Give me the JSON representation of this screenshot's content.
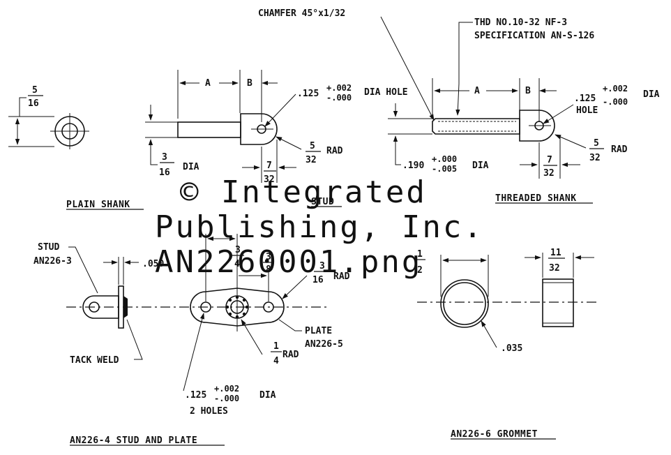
{
  "views": {
    "plain_shank": {
      "title": "PLAIN SHANK",
      "dim_top_num": "5",
      "dim_top_den": "16",
      "dim_bot_num": "3",
      "dim_bot_den": "16",
      "dim_bot_suffix": "DIA"
    },
    "stud": {
      "title": "STUD",
      "dim_a": "A",
      "dim_b": "B",
      "hole_label": ".125",
      "hole_tol_plus": "+.002",
      "hole_tol_minus": "-.000",
      "hole_suffix": "DIA HOLE",
      "rad_num": "5",
      "rad_den": "32",
      "rad_suffix": "RAD",
      "len_num": "7",
      "len_den": "32"
    },
    "threaded_shank": {
      "title": "THREADED SHANK",
      "chamfer": "CHAMFER 45°x1/32",
      "thread_line1": "THD NO.10-32 NF-3",
      "thread_line2": "SPECIFICATION AN-S-126",
      "dim_a": "A",
      "dim_b": "B",
      "hole_label": ".125",
      "hole_tol_plus": "+.002",
      "hole_tol_minus": "-.000",
      "hole_suffix": "DIA",
      "hole_word": "HOLE",
      "shank_dia": ".190",
      "shank_tol_plus": "+.000",
      "shank_tol_minus": "-.005",
      "shank_suffix": "DIA",
      "rad_num": "5",
      "rad_den": "32",
      "rad_suffix": "RAD",
      "len_num": "7",
      "len_den": "32"
    },
    "stud_and_plate": {
      "title": "AN226-4 STUD AND PLATE",
      "stud_label1": "STUD",
      "stud_label2": "AN226-3",
      "gap": ".050",
      "tack_weld": "TACK WELD",
      "span_num": "3",
      "span_den": "4",
      "off_num": "3",
      "off_den": "8",
      "end_rad_num": "3",
      "end_rad_den": "16",
      "end_rad_suffix": "RAD",
      "plate_label1": "PLATE",
      "plate_label2": "AN226-5",
      "center_rad_num": "1",
      "center_rad_den": "4",
      "center_rad_suffix": "RAD",
      "holes_dia": ".125",
      "holes_tol_plus": "+.002",
      "holes_tol_minus": "-.000",
      "holes_suffix": "DIA",
      "holes_count": "2 HOLES"
    },
    "grommet": {
      "title": "AN226-6 GROMMET",
      "od_num": "1",
      "od_den": "2",
      "width_num": "11",
      "width_den": "32",
      "wall": ".035"
    }
  },
  "watermark": {
    "line1": "© Integrated",
    "line2": "Publishing, Inc.",
    "line3": "AN2260001.png"
  }
}
